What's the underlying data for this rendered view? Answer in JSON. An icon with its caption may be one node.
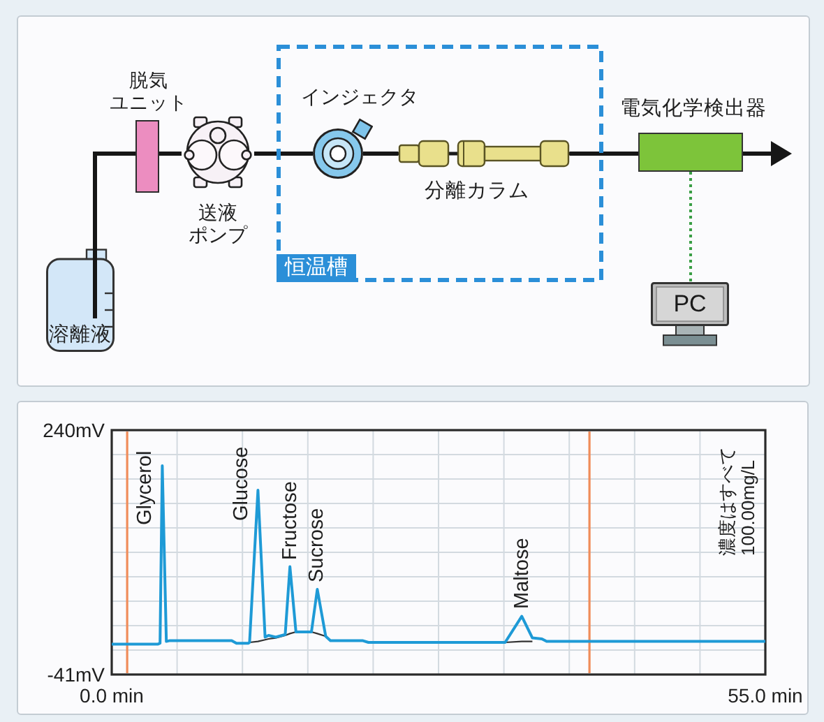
{
  "diagram": {
    "nodes": [
      {
        "text": [
          "溶離液"
        ]
      },
      {
        "text": [
          "脱気ユニット"
        ]
      },
      {
        "text": [
          "送液ポンプ"
        ]
      },
      {
        "text": [
          "恒温槽"
        ]
      },
      {
        "text": [
          "インジェクタ"
        ],
        "in": 3
      },
      {
        "text": [
          "分離カラム"
        ],
        "in": 3
      },
      {
        "text": [
          "電気化学検出器"
        ]
      },
      {
        "text": [
          "PC"
        ]
      }
    ],
    "edges": [
      {
        "from": 0,
        "to": 1,
        "arrow": "none"
      },
      {
        "from": 1,
        "to": 2,
        "arrow": "none"
      },
      {
        "from": 2,
        "to": 4,
        "arrow": "none"
      },
      {
        "from": 4,
        "to": 5,
        "arrow": "none"
      },
      {
        "from": 5,
        "to": 6,
        "arrow": "none"
      },
      {
        "from": 6,
        "to": null,
        "arrow": "to"
      },
      {
        "from": 6,
        "to": 7,
        "arrow": "none",
        "style": "dashed",
        "color": "#3a9e45"
      }
    ],
    "labels": [
      "濃度はすべて 100.00mg/L"
    ],
    "chart_data": {
      "type": "line",
      "x": [
        0,
        3.9,
        4.07,
        4.26,
        4.6,
        4.9,
        10.1,
        10.5,
        11.5,
        11.6,
        12.3,
        12.9,
        13.2,
        13.8,
        14.6,
        15.0,
        15.5,
        16.8,
        17.3,
        18.0,
        18.4,
        21.1,
        21.6,
        33.1,
        34.5,
        35.4,
        36.2,
        36.6,
        55
      ],
      "series": [
        {
          "color": "#1e9ad6",
          "values": [
            -6,
            -6,
            -5,
            199,
            -3,
            -2,
            -2,
            -5,
            -5,
            -4,
            171,
            2,
            4,
            2,
            5,
            83,
            8,
            8,
            57,
            3,
            -2,
            -2,
            -4,
            -4,
            26,
            1,
            0,
            -3,
            -3
          ]
        },
        {
          "color": "#333333",
          "values": [
            null,
            null,
            null,
            null,
            null,
            null,
            null,
            null,
            null,
            -4,
            -3,
            -1,
            0,
            1,
            4,
            6,
            8,
            8,
            6,
            3,
            null,
            null,
            null,
            -4,
            -3,
            -3,
            null,
            null,
            null
          ]
        }
      ],
      "xlim": [
        0,
        55
      ],
      "ylim": [
        -41,
        240
      ],
      "xticks": [
        {
          "value": 0,
          "label": "0.0 min"
        },
        {
          "value": 55,
          "label": "55.0 min"
        }
      ],
      "yticks": [
        {
          "value": -41,
          "label": "-41mV"
        },
        {
          "value": 240,
          "label": "240mV"
        }
      ],
      "annotations": [
        {
          "text": "Glycerol",
          "x": 4.26,
          "y": 199
        },
        {
          "text": "Glucose",
          "x": 12.3,
          "y": 171
        },
        {
          "text": "Fructose",
          "x": 15.0,
          "y": 83
        },
        {
          "text": "Sucrose",
          "x": 17.3,
          "y": 57
        },
        {
          "text": "Maltose",
          "x": 34.5,
          "y": 26
        }
      ],
      "ref_lines": [
        {
          "axis": "x",
          "value": 1.3,
          "color": "#f08c5a"
        },
        {
          "axis": "x",
          "value": 40.2,
          "color": "#f08c5a"
        }
      ]
    }
  }
}
